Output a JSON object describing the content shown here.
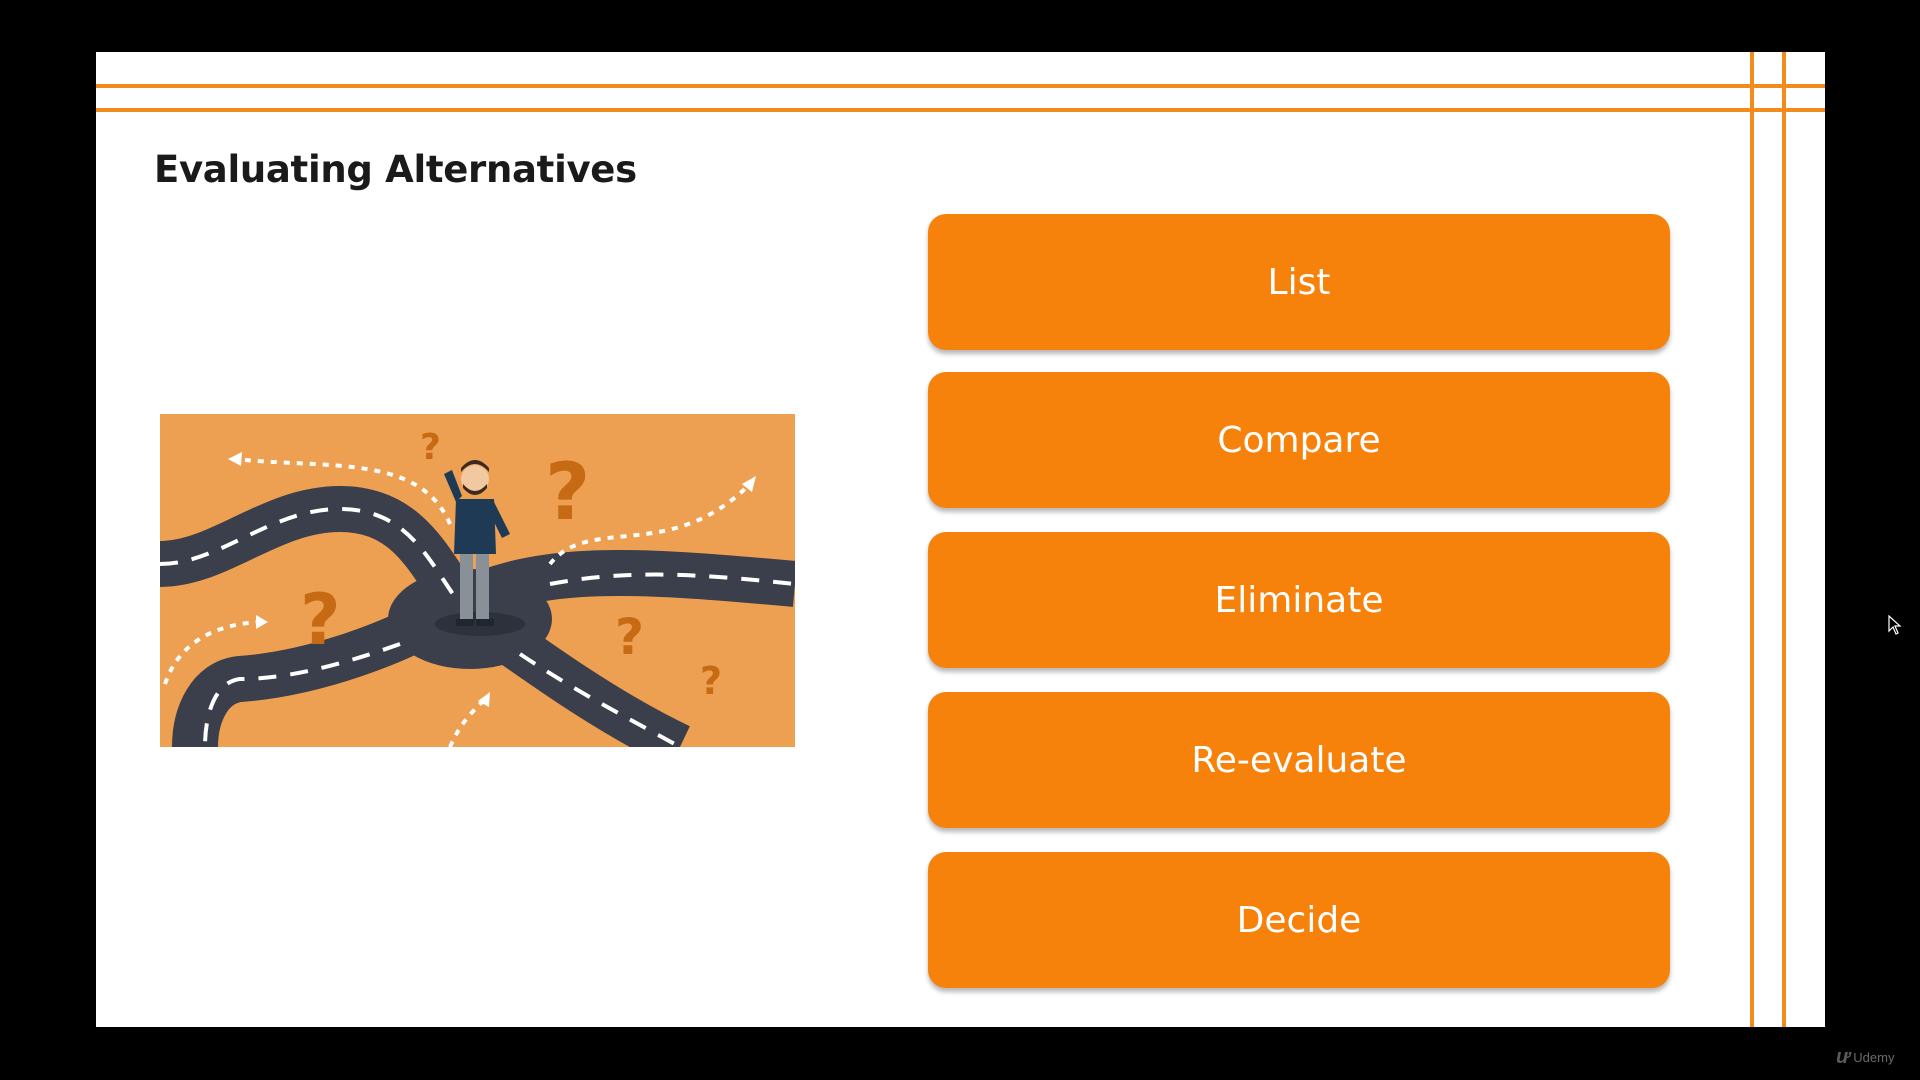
{
  "slide": {
    "title": "Evaluating Alternatives",
    "accent_color": "#f28a1c",
    "button_color": "#f7820b"
  },
  "illustration": {
    "description_icon": "crossroads-illustration-icon",
    "background_color": "#eea052",
    "road_color": "#3b3f4b",
    "question_marks": [
      "?",
      "?",
      "?",
      "?",
      "?"
    ]
  },
  "steps": [
    {
      "label": "List"
    },
    {
      "label": "Compare"
    },
    {
      "label": "Eliminate"
    },
    {
      "label": "Re-evaluate"
    },
    {
      "label": "Decide"
    }
  ],
  "watermark": {
    "icon": "udemy-logo-icon",
    "text": "Udemy"
  }
}
